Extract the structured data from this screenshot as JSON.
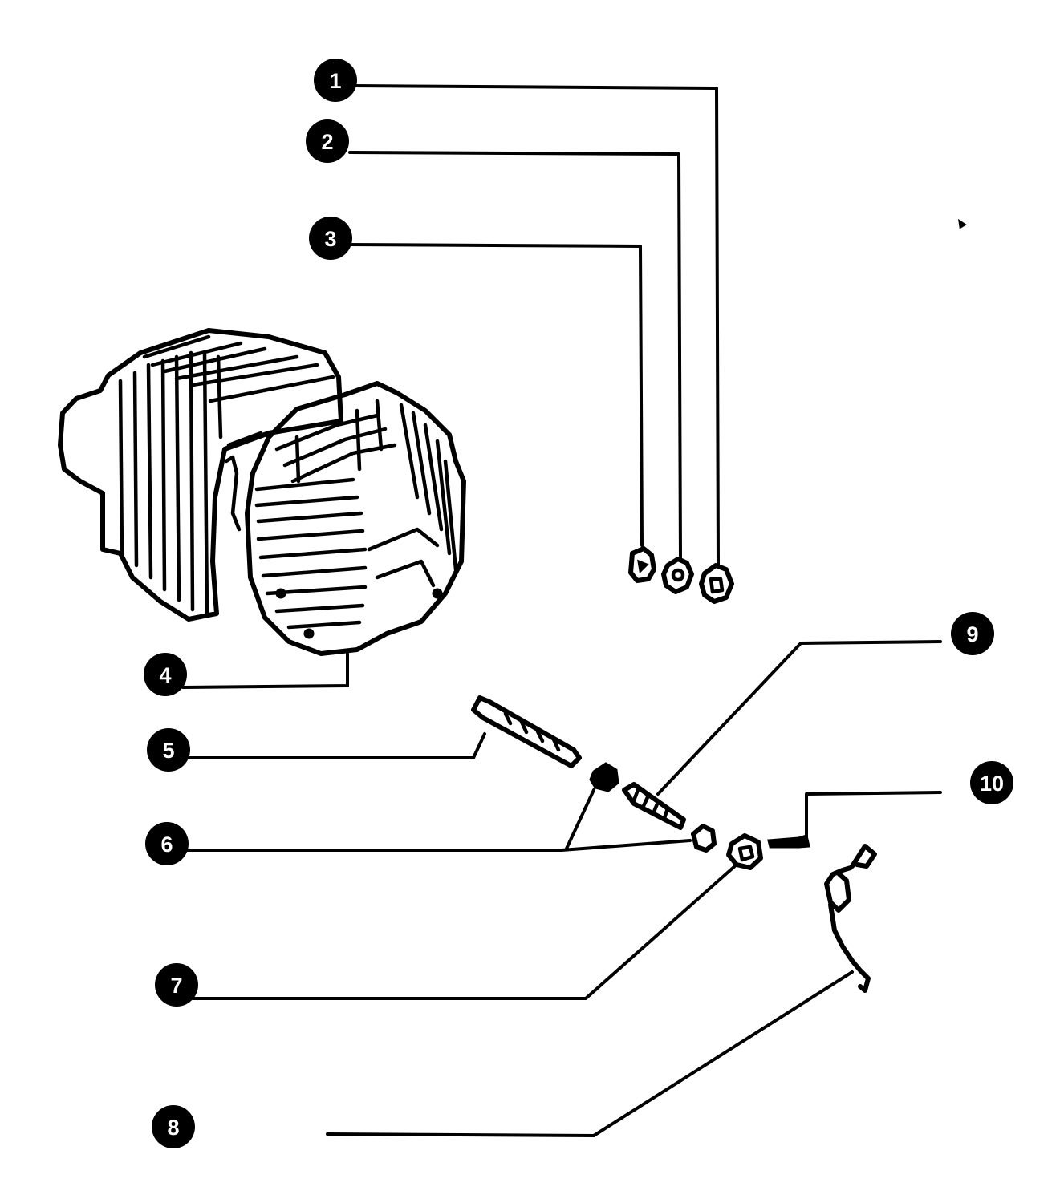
{
  "callouts": [
    {
      "number": "1"
    },
    {
      "number": "2"
    },
    {
      "number": "3"
    },
    {
      "number": "4"
    },
    {
      "number": "5"
    },
    {
      "number": "6"
    },
    {
      "number": "7"
    },
    {
      "number": "8"
    },
    {
      "number": "9"
    },
    {
      "number": "10"
    }
  ],
  "colors": {
    "ink": "#000000",
    "background": "#ffffff"
  }
}
